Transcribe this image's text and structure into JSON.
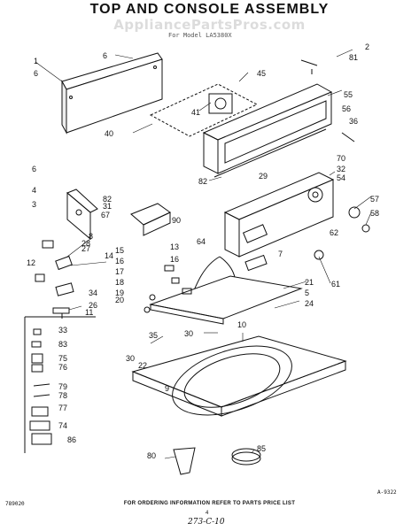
{
  "title": "TOP AND CONSOLE ASSEMBLY",
  "watermark": "AppliancePartsPros.com",
  "subtitle": "For Model LA5380X",
  "footer": "FOR ORDERING INFORMATION REFER TO PARTS PRICE LIST",
  "drawing_code": "A-9322",
  "left_code": "789020",
  "page_number": "4",
  "handwritten_note": "273-C-10",
  "callouts": [
    "1",
    "2",
    "3",
    "4",
    "5",
    "6",
    "6",
    "6",
    "7",
    "8",
    "9",
    "10",
    "11",
    "12",
    "13",
    "14",
    "15",
    "16",
    "16",
    "17",
    "18",
    "19",
    "20",
    "21",
    "22",
    "24",
    "26",
    "27",
    "28",
    "29",
    "30",
    "30",
    "31",
    "32",
    "33",
    "34",
    "35",
    "36",
    "40",
    "41",
    "45",
    "54",
    "55",
    "56",
    "57",
    "58",
    "61",
    "62",
    "64",
    "67",
    "70",
    "74",
    "75",
    "76",
    "77",
    "78",
    "79",
    "80",
    "81",
    "82",
    "82",
    "83",
    "85",
    "86",
    "90"
  ]
}
